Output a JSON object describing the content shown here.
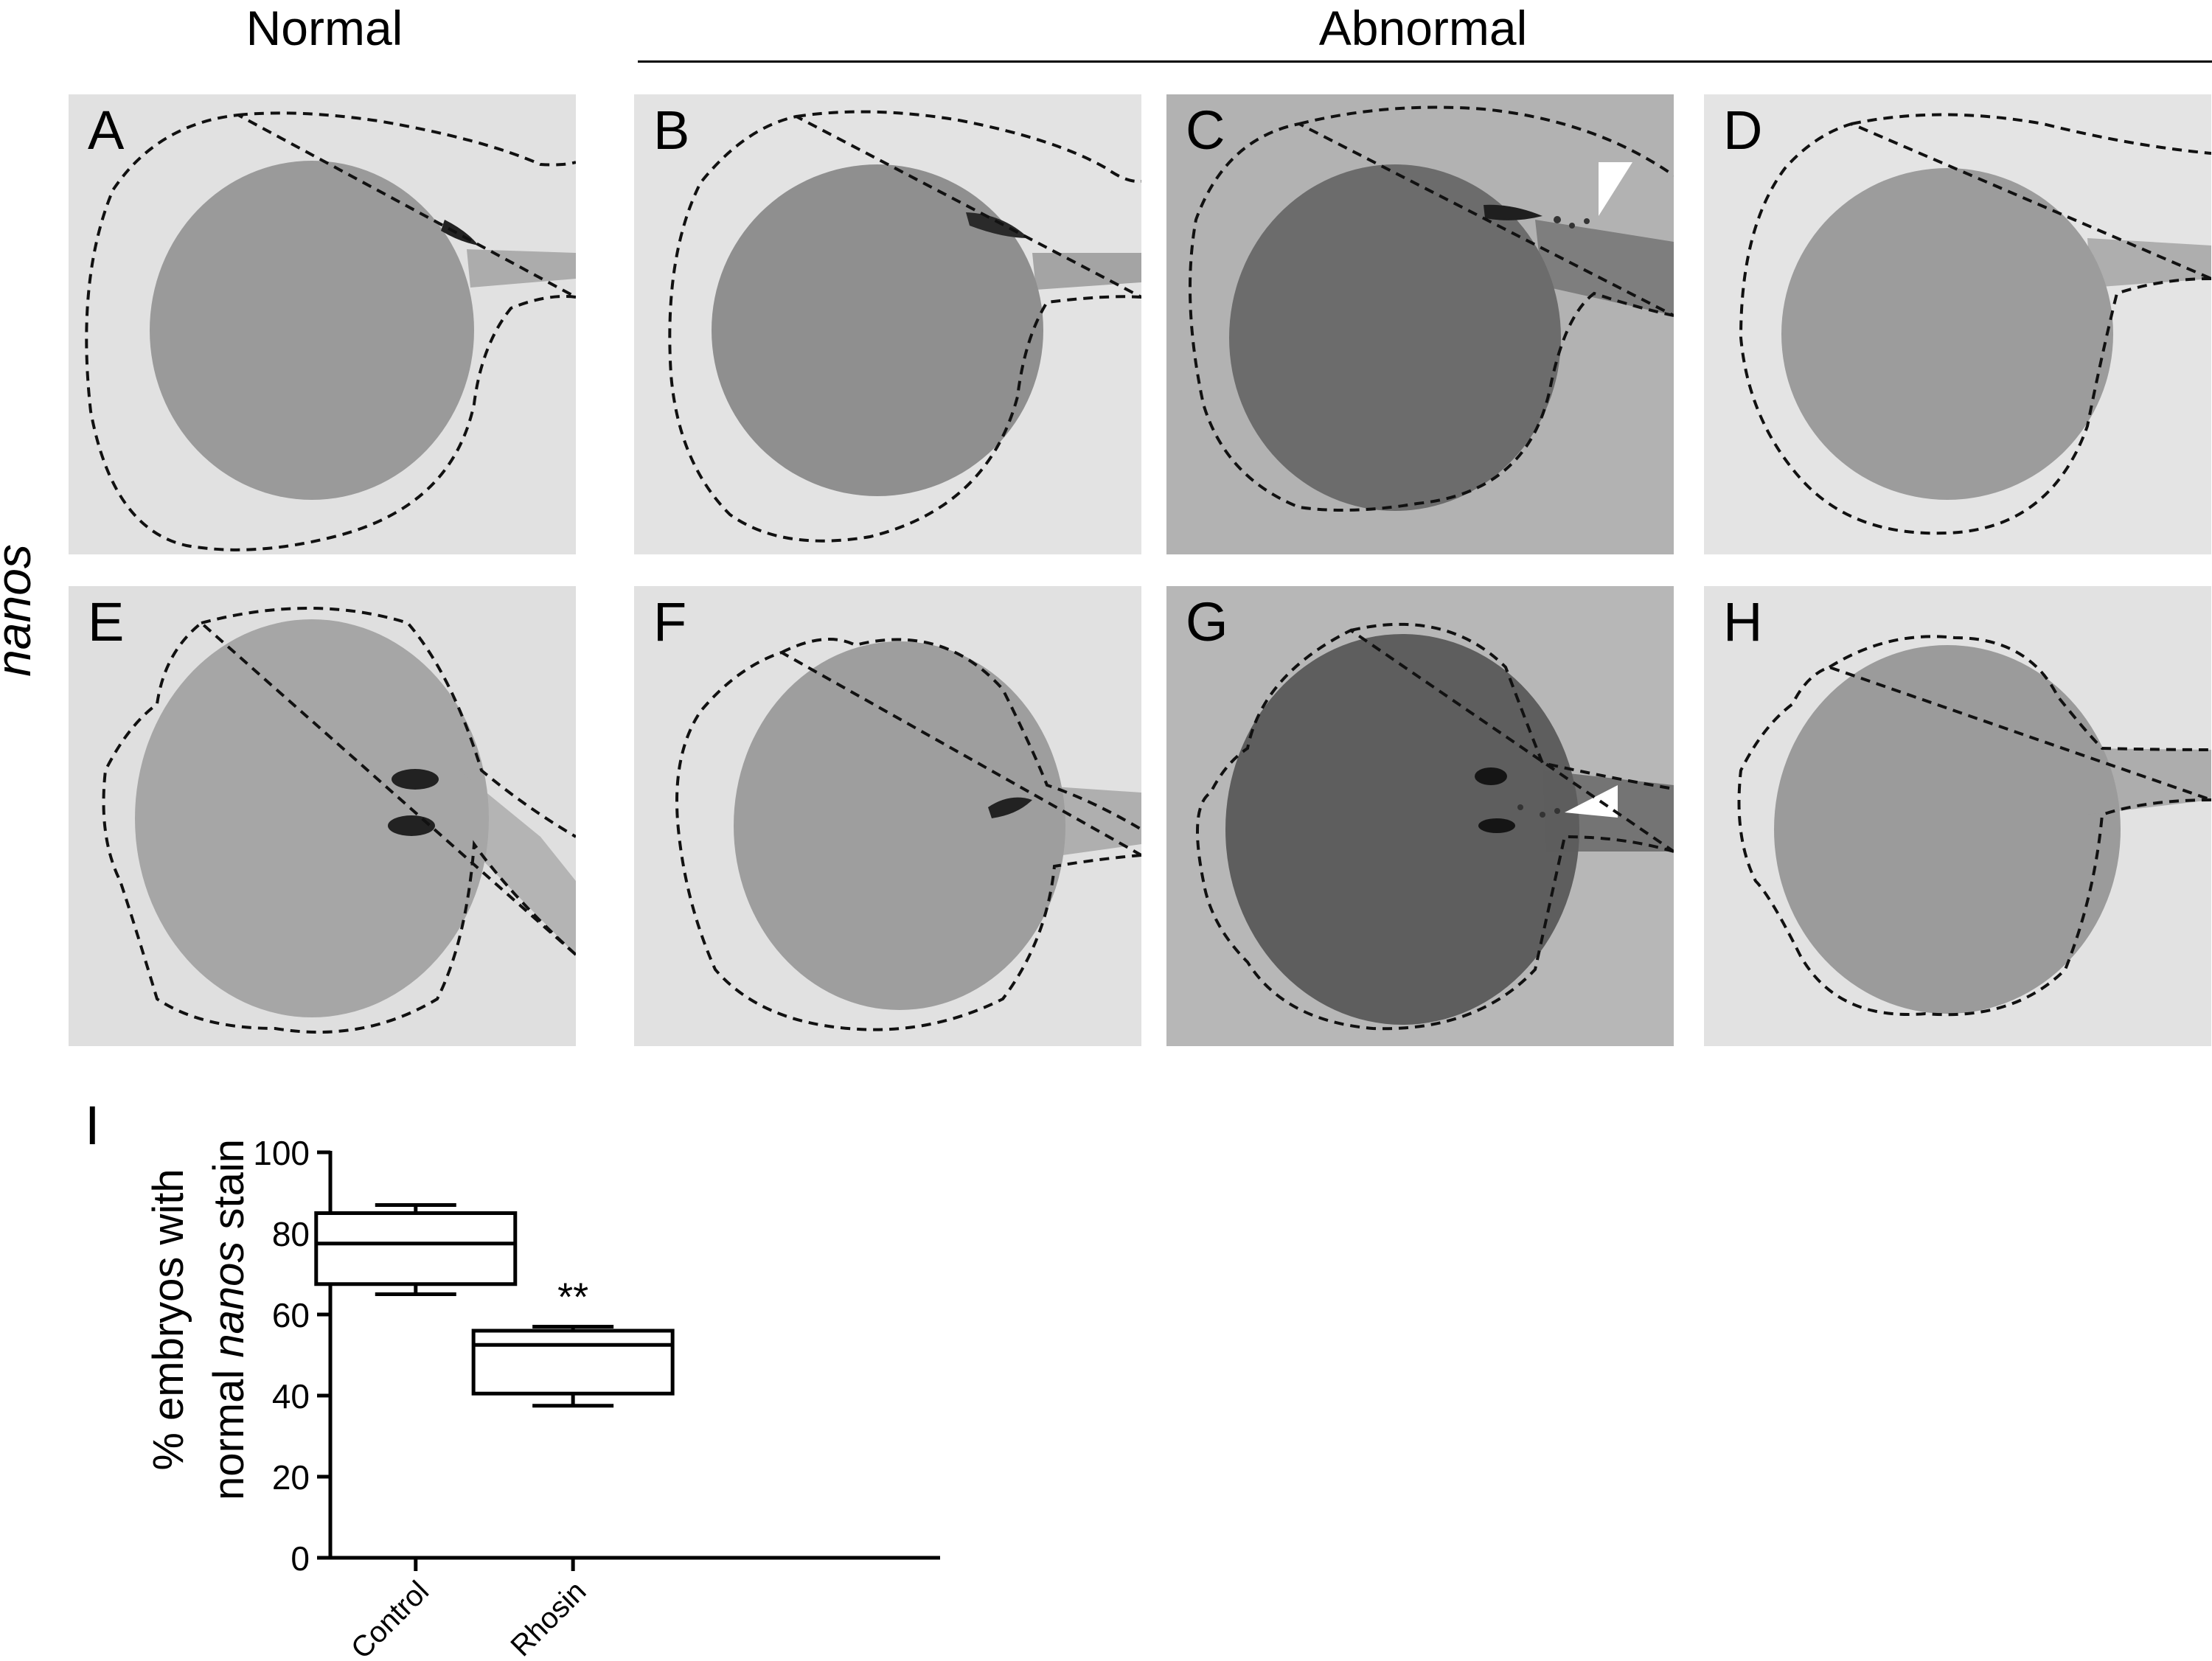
{
  "header": {
    "normal": "Normal",
    "abnormal": "Abnormal"
  },
  "row_label": "nanos",
  "panels": [
    {
      "letter": "A",
      "bg": "#e1e1e1",
      "yolk": "#9a9a9a"
    },
    {
      "letter": "B",
      "bg": "#e3e3e3",
      "yolk": "#8f8f8f"
    },
    {
      "letter": "C",
      "bg": "#b2b2b2",
      "yolk": "#6c6c6c"
    },
    {
      "letter": "D",
      "bg": "#e4e4e4",
      "yolk": "#9c9c9c"
    },
    {
      "letter": "E",
      "bg": "#dfdfdf",
      "yolk": "#a6a6a6"
    },
    {
      "letter": "F",
      "bg": "#e1e1e1",
      "yolk": "#9e9e9e"
    },
    {
      "letter": "G",
      "bg": "#b7b7b7",
      "yolk": "#5e5e5e"
    },
    {
      "letter": "H",
      "bg": "#e2e2e2",
      "yolk": "#9b9b9b"
    }
  ],
  "chart_panel_letter": "I",
  "chart_data": {
    "type": "box",
    "categories": [
      "Control",
      "Rhosin"
    ],
    "series": [
      {
        "min": 65,
        "q1": 67.5,
        "median": 77.5,
        "q3": 85,
        "max": 87
      },
      {
        "min": 37.5,
        "q1": 40.5,
        "median": 52.5,
        "q3": 56,
        "max": 57
      }
    ],
    "ylabel_line1": "% embryos with",
    "ylabel_line2_pre": "normal ",
    "ylabel_line2_italic": "nanos",
    "ylabel_line2_post": " stain",
    "ylim": [
      0,
      100
    ],
    "yticks": [
      0,
      20,
      40,
      60,
      80,
      100
    ],
    "annotation": "**",
    "grid": false
  }
}
